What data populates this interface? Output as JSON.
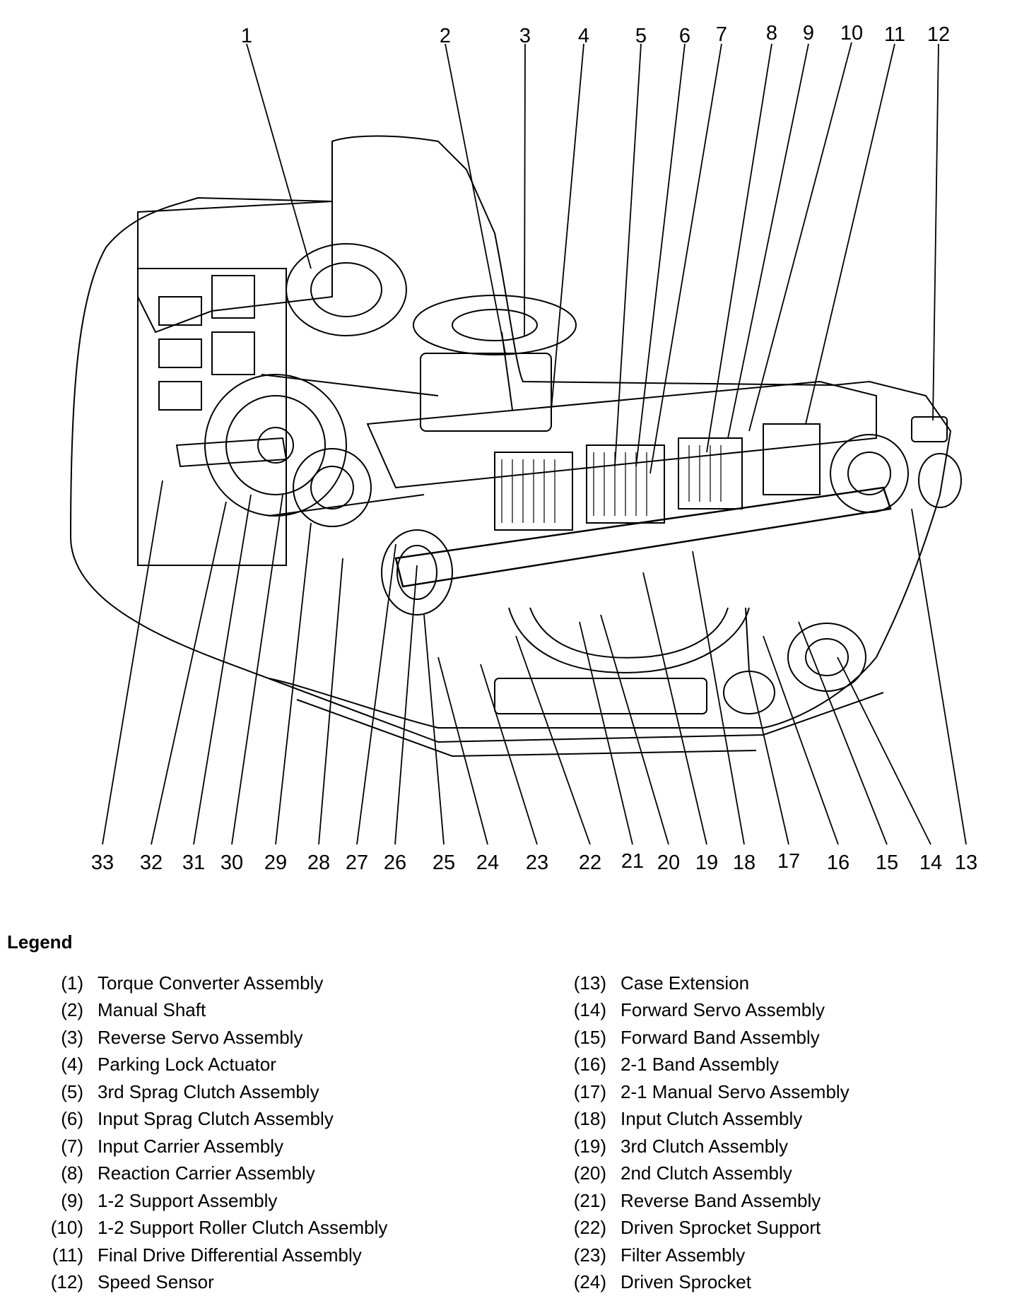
{
  "callouts_top": [
    "1",
    "2",
    "3",
    "4",
    "5",
    "6",
    "7",
    "8",
    "9",
    "10",
    "11",
    "12"
  ],
  "callouts_bottom": [
    "33",
    "32",
    "31",
    "30",
    "29",
    "28",
    "27",
    "26",
    "25",
    "24",
    "23",
    "22",
    "21",
    "20",
    "19",
    "18",
    "17",
    "16",
    "15",
    "14",
    "13"
  ],
  "legend": {
    "title": "Legend",
    "left": [
      {
        "num": "(1)",
        "label": "Torque Converter Assembly"
      },
      {
        "num": "(2)",
        "label": "Manual Shaft"
      },
      {
        "num": "(3)",
        "label": "Reverse Servo Assembly"
      },
      {
        "num": "(4)",
        "label": "Parking Lock Actuator"
      },
      {
        "num": "(5)",
        "label": "3rd Sprag Clutch Assembly"
      },
      {
        "num": "(6)",
        "label": "Input Sprag Clutch Assembly"
      },
      {
        "num": "(7)",
        "label": "Input Carrier Assembly"
      },
      {
        "num": "(8)",
        "label": "Reaction Carrier Assembly"
      },
      {
        "num": "(9)",
        "label": "1-2 Support Assembly"
      },
      {
        "num": "(10)",
        "label": "1-2 Support Roller Clutch Assembly"
      },
      {
        "num": "(11)",
        "label": "Final Drive Differential Assembly"
      },
      {
        "num": "(12)",
        "label": "Speed Sensor"
      }
    ],
    "right": [
      {
        "num": "(13)",
        "label": "Case Extension"
      },
      {
        "num": "(14)",
        "label": "Forward Servo Assembly"
      },
      {
        "num": "(15)",
        "label": "Forward Band Assembly"
      },
      {
        "num": "(16)",
        "label": "2-1 Band Assembly"
      },
      {
        "num": "(17)",
        "label": "2-1 Manual Servo Assembly"
      },
      {
        "num": "(18)",
        "label": "Input Clutch Assembly"
      },
      {
        "num": "(19)",
        "label": "3rd Clutch Assembly"
      },
      {
        "num": "(20)",
        "label": "2nd Clutch Assembly"
      },
      {
        "num": "(21)",
        "label": "Reverse Band Assembly"
      },
      {
        "num": "(22)",
        "label": "Driven Sprocket Support"
      },
      {
        "num": "(23)",
        "label": "Filter Assembly"
      },
      {
        "num": "(24)",
        "label": "Driven Sprocket"
      }
    ]
  }
}
